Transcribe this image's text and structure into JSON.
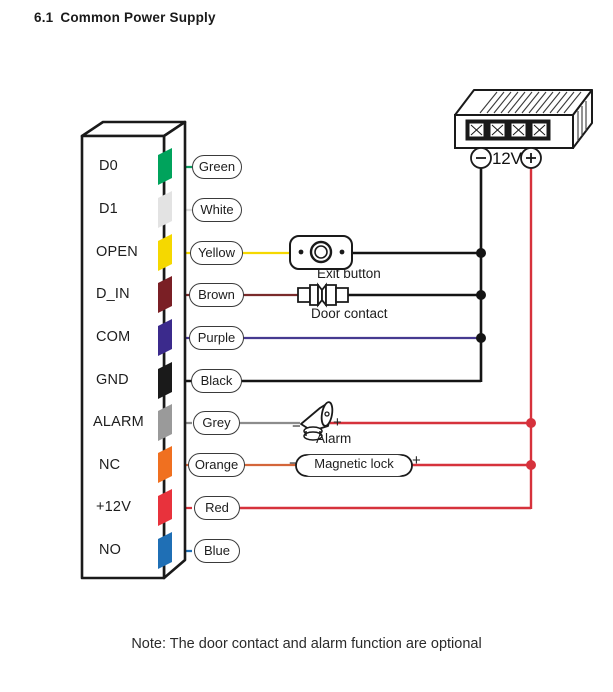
{
  "heading": {
    "number": "6.1",
    "title": "Common Power Supply"
  },
  "note": {
    "text": "Note: The door contact and alarm function are optional"
  },
  "controller": {
    "name": "access-controller-terminal-block",
    "terminals": [
      {
        "label": "D0",
        "wire": "Green",
        "color": "#00a35c"
      },
      {
        "label": "D1",
        "wire": "White",
        "color": "#e3e3e3"
      },
      {
        "label": "OPEN",
        "wire": "Yellow",
        "color": "#f5d800"
      },
      {
        "label": "D_IN",
        "wire": "Brown",
        "color": "#7a1f25"
      },
      {
        "label": "COM",
        "wire": "Purple",
        "color": "#3b2a8c"
      },
      {
        "label": "GND",
        "wire": "Black",
        "color": "#1a1a1a"
      },
      {
        "label": "ALARM",
        "wire": "Grey",
        "color": "#9a9a9a"
      },
      {
        "label": "NC",
        "wire": "Orange",
        "color": "#f07020"
      },
      {
        "label": "+12V",
        "wire": "Red",
        "color": "#e8323c"
      },
      {
        "label": "NO",
        "wire": "Blue",
        "color": "#1f6fb5"
      }
    ]
  },
  "power_supply": {
    "label": "power-supply-unit",
    "voltage": "12V",
    "negative_sign": "−",
    "positive_sign": "+",
    "terminal_count": 4
  },
  "devices": {
    "exit_button": {
      "caption": "Exit button"
    },
    "door_contact": {
      "caption": "Door contact"
    },
    "alarm": {
      "caption": "Alarm",
      "minus": "−",
      "plus": "+"
    },
    "magnetic_lock": {
      "caption": "Magnetic lock",
      "minus": "−",
      "plus": "+"
    }
  },
  "colors": {
    "negative_bus": "#1a1a1a",
    "positive_bus": "#d6323c",
    "outline": "#1a1a1a",
    "yellow_wire": "#f5d800",
    "brown_wire": "#7a2b2b",
    "purple_wire": "#463a90",
    "grey_wire": "#8c8c8c",
    "orange_wire": "#d4663a",
    "red_wire": "#d6323c",
    "green_wire": "#0f9d63",
    "white_wire": "#dcdcdc",
    "blue_wire": "#1f6fb5",
    "black_wire": "#141414"
  }
}
